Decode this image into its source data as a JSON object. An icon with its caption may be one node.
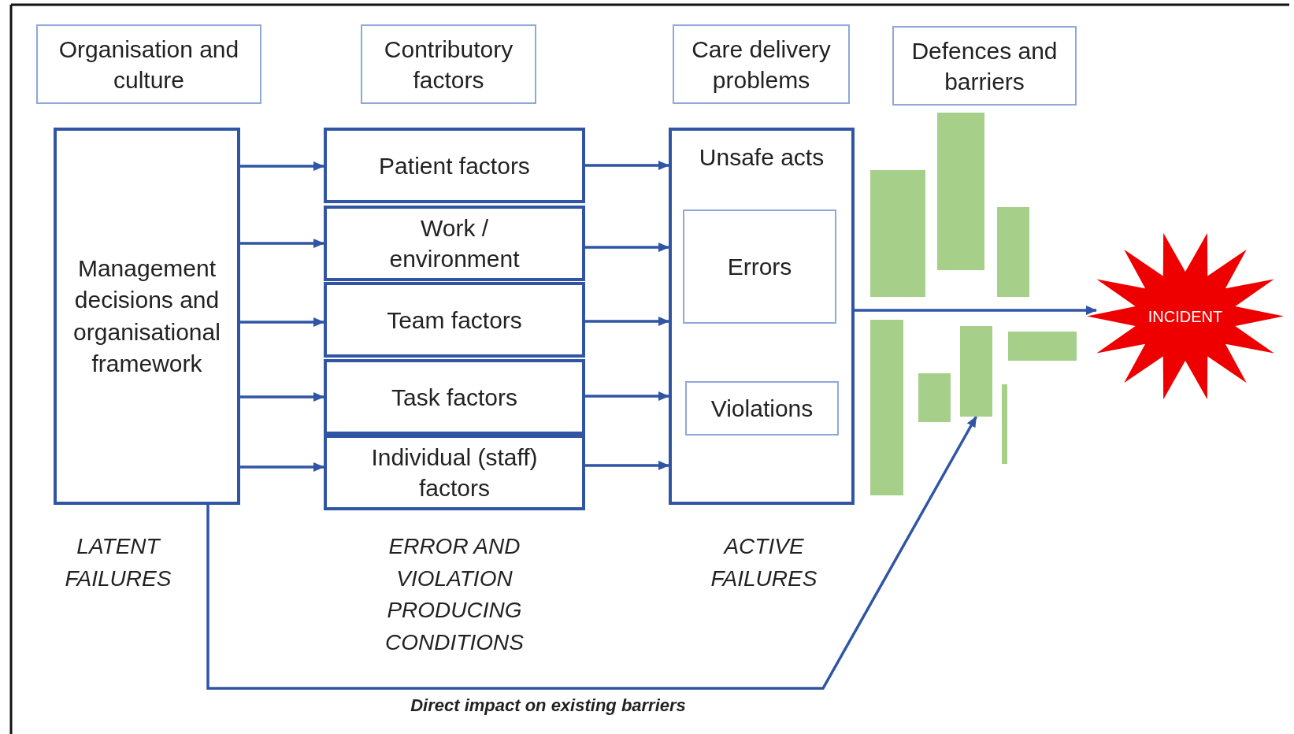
{
  "diagram": {
    "nodes": [
      {
        "text": [
          "Organisation and culture"
        ]
      },
      {
        "text": [
          "Contributory factors"
        ]
      },
      {
        "text": [
          "Care delivery problems"
        ]
      },
      {
        "text": [
          "Defences and barriers"
        ]
      },
      {
        "text": [
          "Management decisions and organisational framework"
        ]
      },
      {
        "text": [
          "Patient factors"
        ]
      },
      {
        "text": [
          "Work / environment"
        ]
      },
      {
        "text": [
          "Team factors"
        ]
      },
      {
        "text": [
          "Task factors"
        ]
      },
      {
        "text": [
          "Individual (staff) factors"
        ]
      },
      {
        "text": [
          "Unsafe acts"
        ]
      },
      {
        "text": [
          "Errors"
        ],
        "in": 10
      },
      {
        "text": [
          "Violations"
        ],
        "in": 10
      },
      {
        "text": [
          "INCIDENT"
        ]
      },
      {
        "text": [],
        "shape": "bar"
      },
      {
        "text": [],
        "shape": "bar"
      },
      {
        "text": [],
        "shape": "bar"
      },
      {
        "text": [],
        "shape": "bar"
      },
      {
        "text": [],
        "shape": "bar"
      },
      {
        "text": [],
        "shape": "bar"
      },
      {
        "text": [],
        "shape": "bar"
      },
      {
        "text": [],
        "shape": "bar"
      }
    ],
    "edges": [
      {
        "from": 4,
        "to": 5,
        "arrow": "to"
      },
      {
        "from": 4,
        "to": 6,
        "arrow": "to"
      },
      {
        "from": 4,
        "to": 7,
        "arrow": "to"
      },
      {
        "from": 4,
        "to": 8,
        "arrow": "to"
      },
      {
        "from": 4,
        "to": 9,
        "arrow": "to"
      },
      {
        "from": 5,
        "to": 10,
        "arrow": "to"
      },
      {
        "from": 6,
        "to": 10,
        "arrow": "to"
      },
      {
        "from": 7,
        "to": 10,
        "arrow": "to"
      },
      {
        "from": 8,
        "to": 10,
        "arrow": "to"
      },
      {
        "from": 9,
        "to": 10,
        "arrow": "to"
      },
      {
        "from": 10,
        "to": 13,
        "arrow": "to"
      },
      {
        "from": 4,
        "to": 18,
        "arrow": "to",
        "label": "Direct impact on existing barriers"
      }
    ],
    "labels": [
      "LATENT FAILURES",
      "ERROR AND VIOLATION PRODUCING CONDITIONS",
      "ACTIVE FAILURES"
    ]
  }
}
